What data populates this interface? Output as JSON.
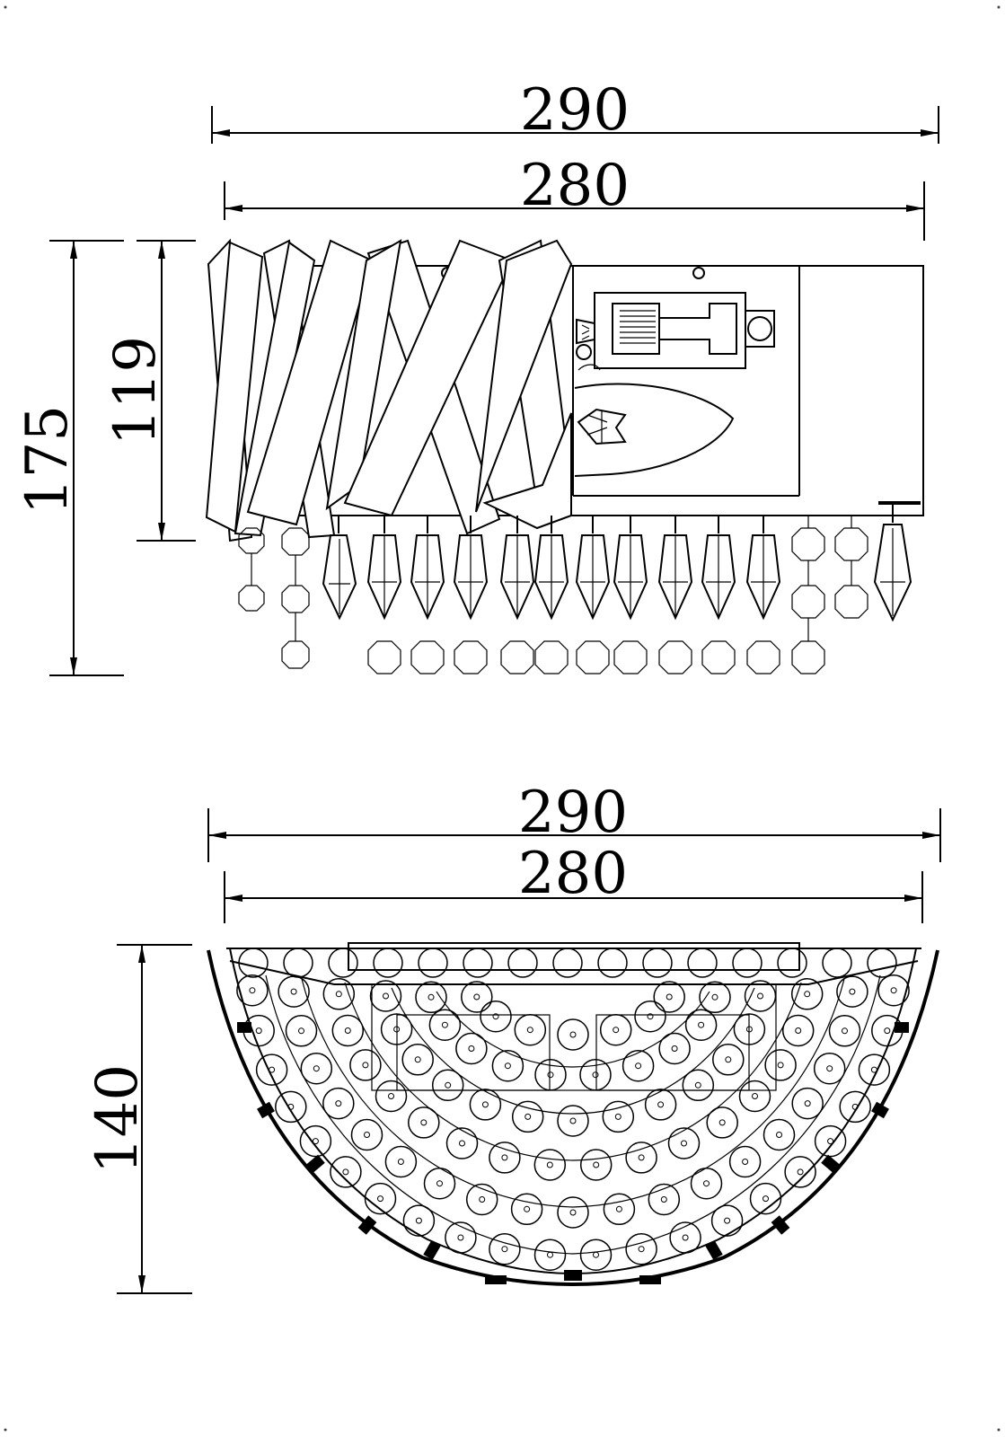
{
  "side_view": {
    "dim_overall_width": "290",
    "dim_inner_width": "280",
    "dim_overall_height": "175",
    "dim_body_height": "119"
  },
  "front_view": {
    "dim_overall_width": "290",
    "dim_inner_width": "280",
    "dim_height": "140"
  },
  "colors": {
    "line": "#000000",
    "background": "#ffffff"
  }
}
